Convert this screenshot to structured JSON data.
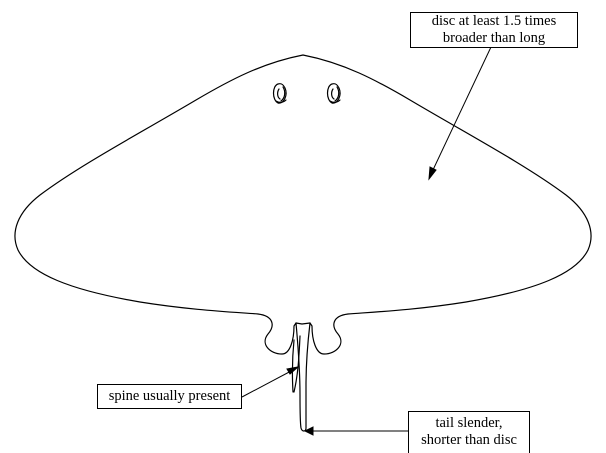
{
  "labels": {
    "disc": {
      "line1": "disc at least 1.5 times",
      "line2": "broader than long"
    },
    "spine": {
      "line1": "spine usually present"
    },
    "tail": {
      "line1": "tail slender,",
      "line2": "shorter than disc"
    }
  }
}
